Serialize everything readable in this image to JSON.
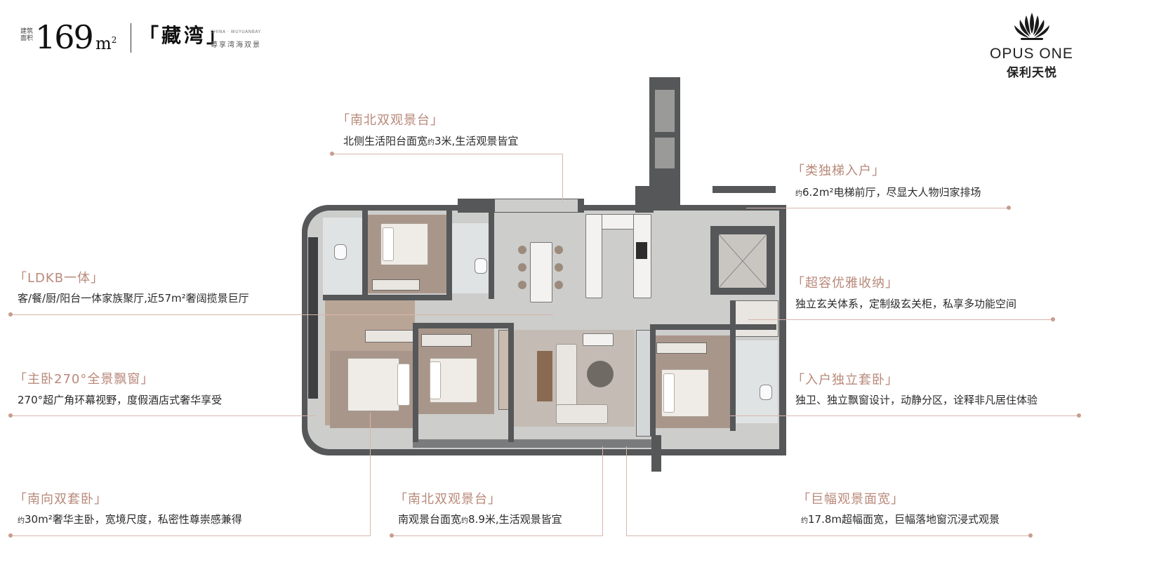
{
  "header": {
    "small_label_1": "建筑",
    "small_label_2": "面积",
    "area": "169",
    "unit": "m",
    "unit_sup": "2",
    "name_open": "「",
    "name": "藏湾",
    "name_close": "」",
    "name_en": "CHINA · WUYUANBAY",
    "tagline": "尊享湾海双景"
  },
  "logo": {
    "icon": "lotus-crown-icon",
    "name_en": "OPUS ONE",
    "name_cn": "保利天悦"
  },
  "callouts": {
    "north_balcony": {
      "title": "「南北双观景台」",
      "desc_a": "北侧生活阳台面宽",
      "desc_yue": "约",
      "desc_b": "3米,生活观景皆宜"
    },
    "private_lift": {
      "title": "「类独梯入户」",
      "desc_yue": "约",
      "desc_b": "6.2m²电梯前厅，尽显大人物归家排场"
    },
    "ldkb": {
      "title": "「LDKB一体」",
      "desc": "客/餐/厨/阳台一体家族聚厅,近57m²奢阔揽景巨厅"
    },
    "storage": {
      "title": "「超容优雅收纳」",
      "desc": "独立玄关体系，定制级玄关柜，私享多功能空间"
    },
    "master_window": {
      "title": "「主卧270°全景飘窗」",
      "desc": "270°超广角环幕视野，度假酒店式奢华享受"
    },
    "entry_suite": {
      "title": "「入户独立套卧」",
      "desc": "独卫、独立飘窗设计，动静分区，诠释非凡居住体验"
    },
    "south_suites": {
      "title": "「南向双套卧」",
      "desc_yue": "约",
      "desc_b": "30m²奢华主卧，宽境尺度，私密性尊崇感兼得"
    },
    "south_balcony": {
      "title": "「南北双观景台」",
      "desc_a": "南观景台面宽",
      "desc_yue": "约",
      "desc_b": "8.9米,生活观景皆宜"
    },
    "frontage": {
      "title": "「巨幅观景面宽」",
      "desc_yue": "约",
      "desc_b": "17.8m超幅面宽，巨幅落地窗沉浸式观景"
    }
  },
  "colors": {
    "accent": "#b8897a",
    "leader_line": "#d7b6aa",
    "wall": "#555759",
    "floor": "#cdcdcb"
  }
}
